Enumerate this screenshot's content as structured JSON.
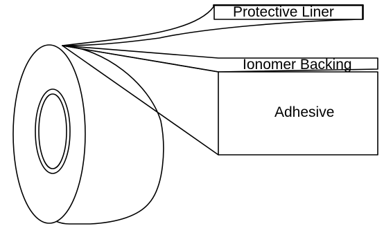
{
  "diagram": {
    "labels": {
      "protective_liner": "Protective Liner",
      "ionomer_backing": "Ionomer Backing",
      "adhesive": "Adhesive"
    },
    "colors": {
      "stroke": "#000000",
      "fill": "#ffffff"
    }
  }
}
